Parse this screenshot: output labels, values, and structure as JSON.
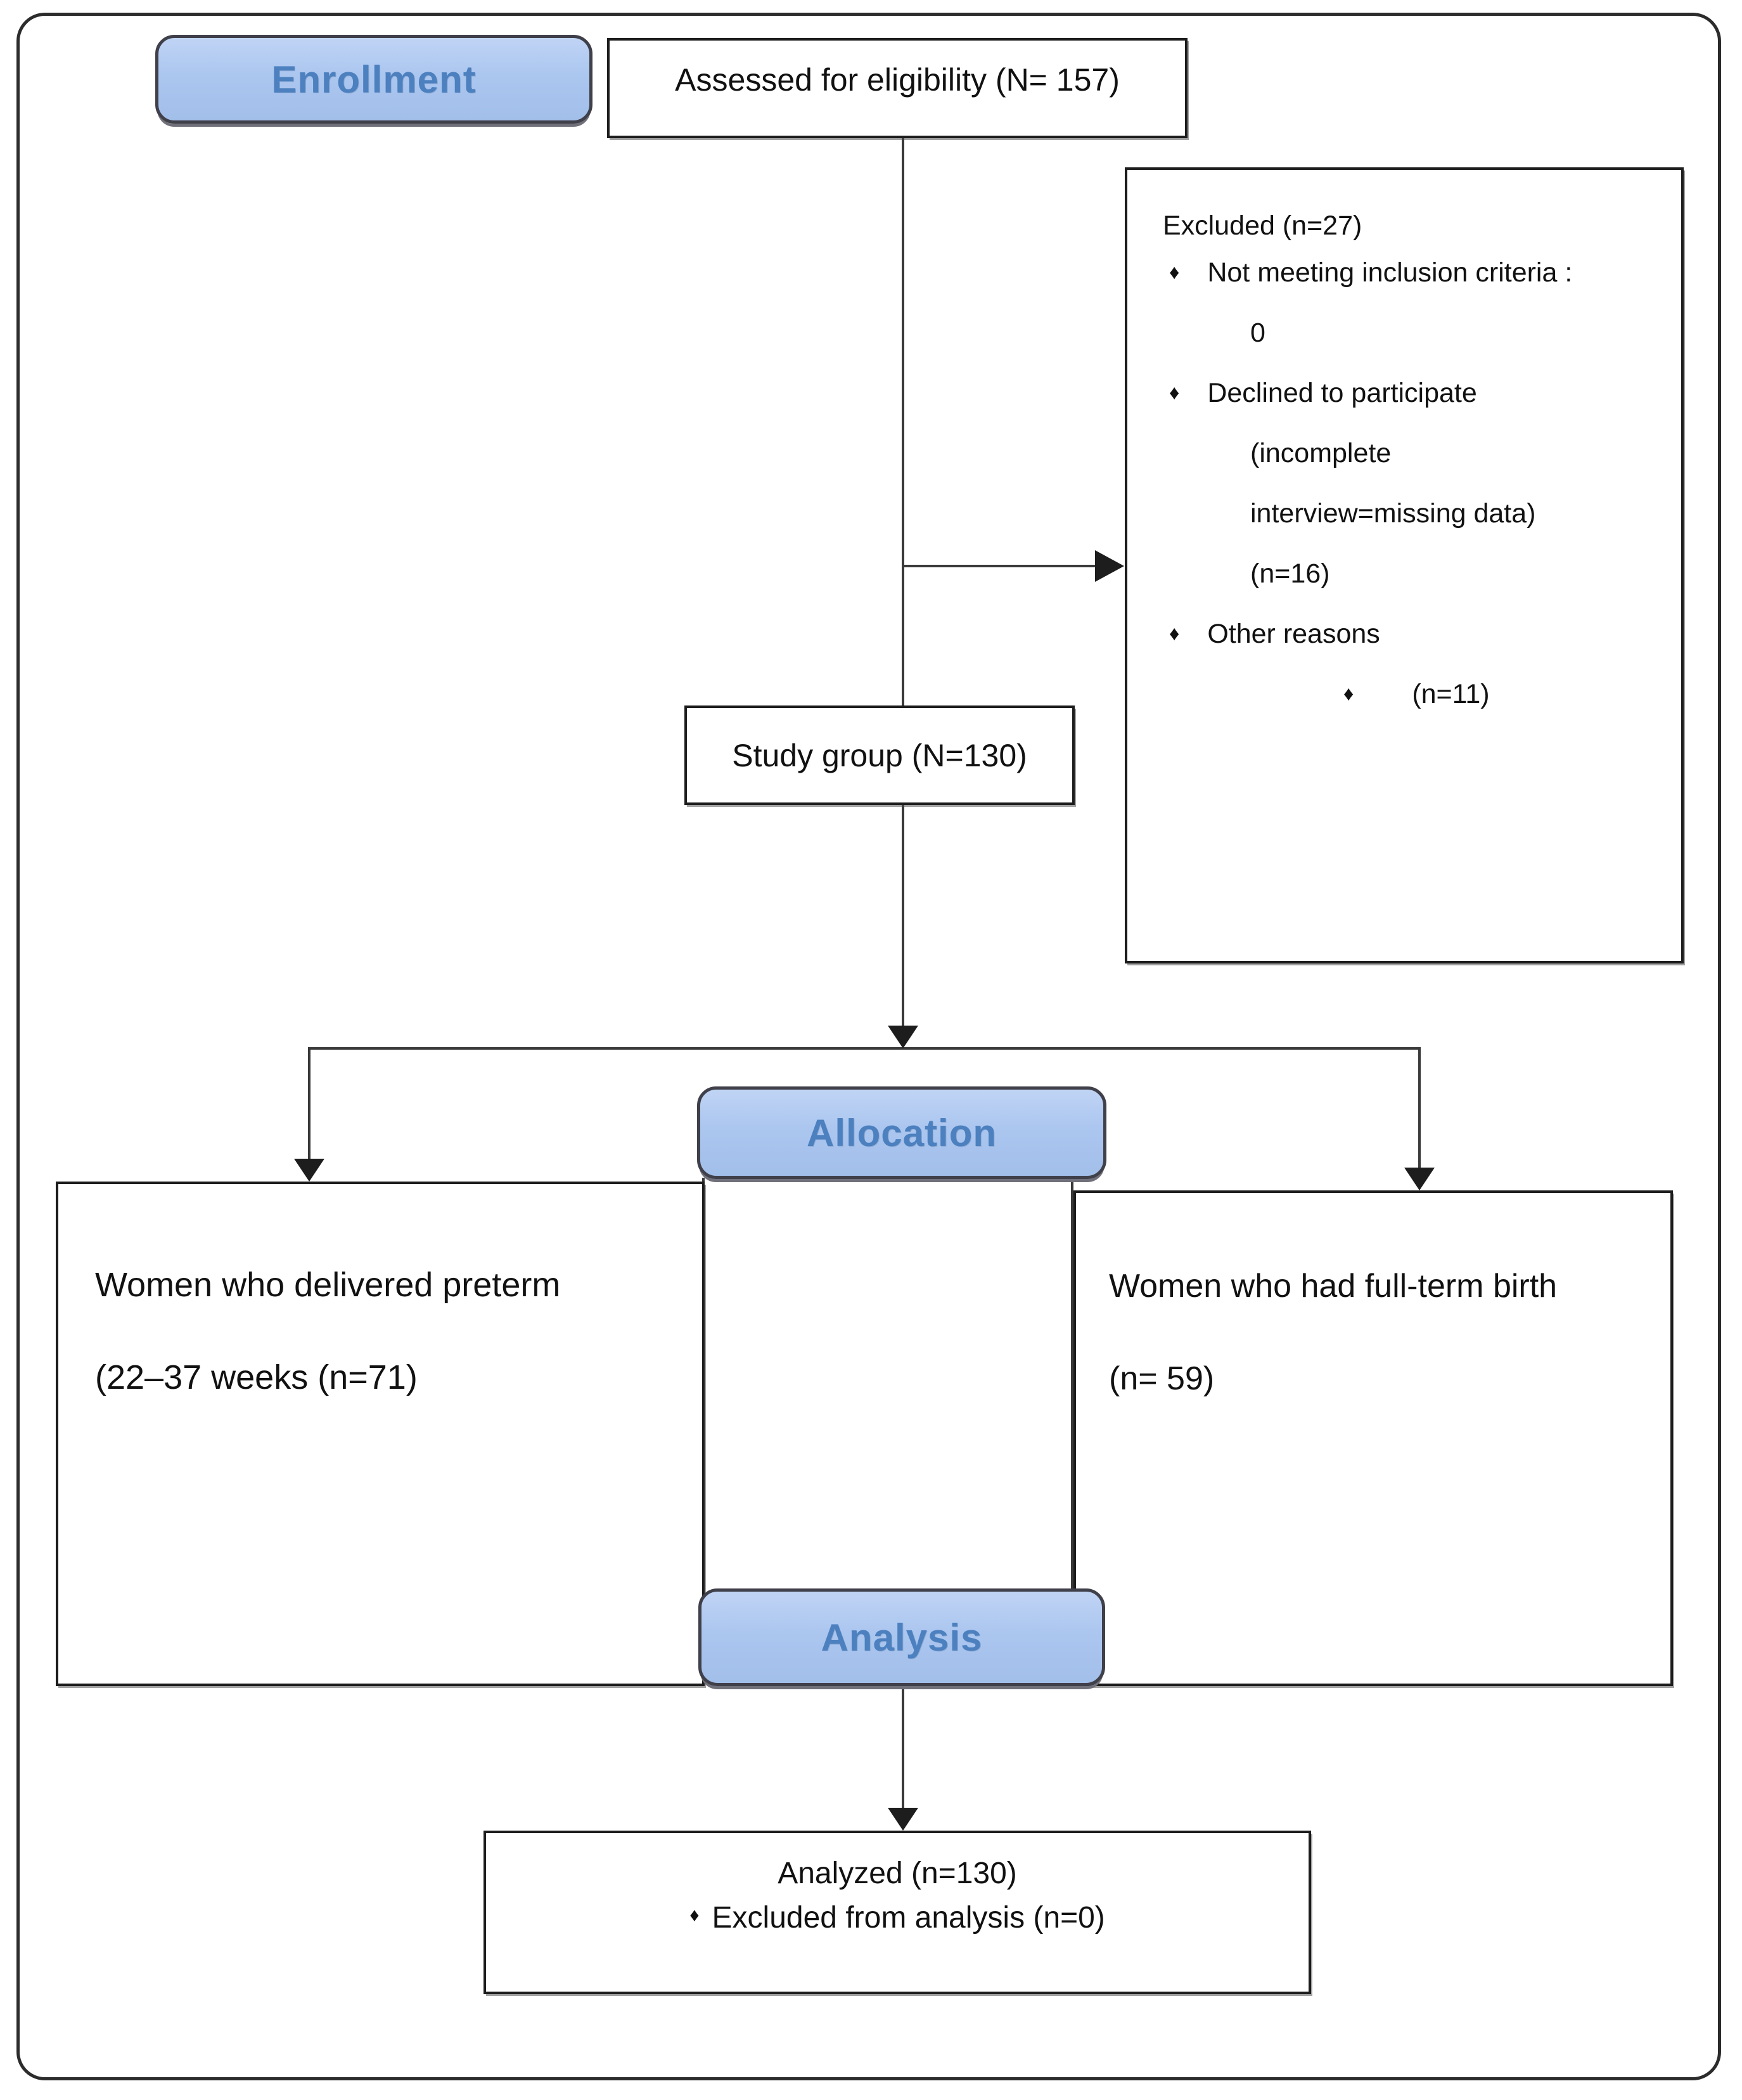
{
  "diagram": {
    "bullet_char": "♦",
    "stages": {
      "enrollment": "Enrollment",
      "allocation": "Allocation",
      "analysis": "Analysis"
    },
    "assessed_box": {
      "text": "Assessed for eligibility (N= 157)"
    },
    "excluded_box": {
      "title": "Excluded  (n=27)",
      "lines": [
        {
          "text": "Not meeting inclusion criteria :"
        },
        {
          "text": "0"
        },
        {
          "text": "Declined to participate"
        },
        {
          "text": "(incomplete"
        },
        {
          "text": "interview=missing data)"
        },
        {
          "text": "(n=16)"
        },
        {
          "text": "Other reasons"
        },
        {
          "text": "(n=11)"
        }
      ]
    },
    "study_group_box": {
      "text": "Study group (N=130)"
    },
    "preterm_box": {
      "line1": "Women who delivered preterm",
      "line2": "(22–37 weeks (n=71)"
    },
    "fullterm_box": {
      "line1": "Women who had full-term birth",
      "line2": "(n= 59)"
    },
    "analyzed_box": {
      "line1": "Analyzed (n=130)",
      "line2": "Excluded from analysis (n=0)"
    },
    "colors": {
      "stage_fill": "#abc6ef",
      "stage_border": "#40404a",
      "stage_text": "#4c80bf",
      "box_border": "#1d1d1d",
      "line": "#3a3a3a"
    }
  }
}
